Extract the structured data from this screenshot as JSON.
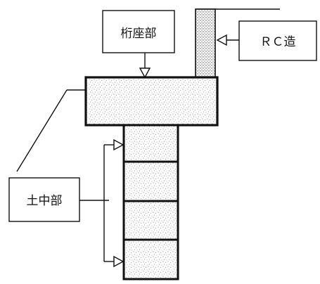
{
  "labels": {
    "girder_seat": "桁座部",
    "rc_structure": "ＲＣ造",
    "in_ground": "土中部"
  },
  "colors": {
    "stroke": "#111111",
    "fill": "#ffffff",
    "stipple": "#7a7a7a"
  }
}
